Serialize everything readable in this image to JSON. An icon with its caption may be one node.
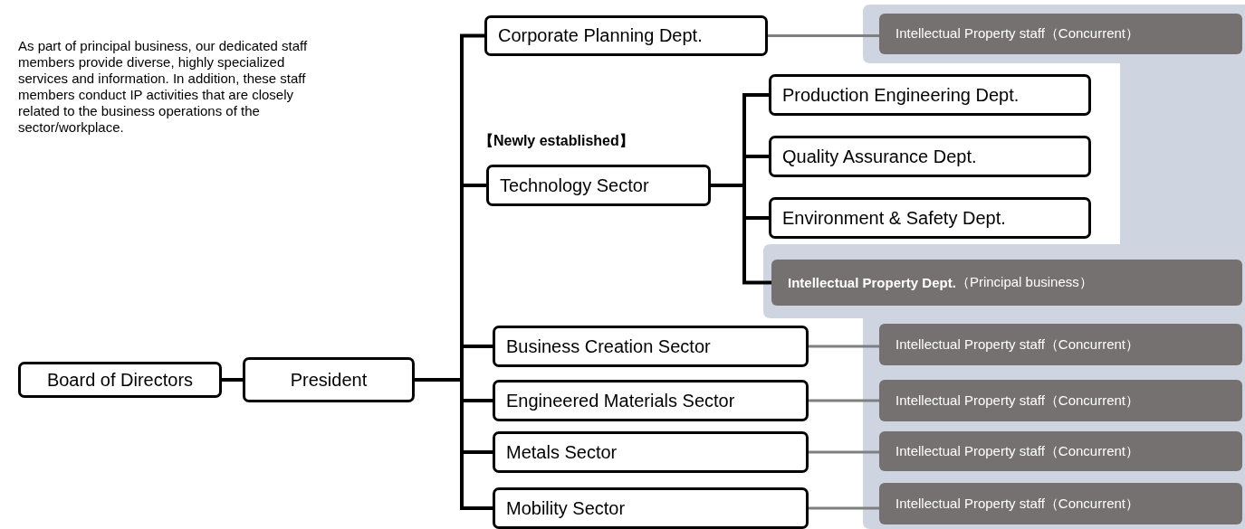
{
  "diagram": {
    "nodes": [
      {
        "text": [
          "Board of Directors"
        ]
      },
      {
        "text": [
          "President"
        ]
      },
      {
        "text": [
          "Corporate Planning Dept."
        ]
      },
      {
        "text": [
          "Intellectual Property staff（Concurrent）"
        ]
      },
      {
        "text": [
          "Technology Sector"
        ],
        "beside": [
          "【Newly established】"
        ]
      },
      {
        "text": [
          "Production Engineering Dept."
        ]
      },
      {
        "text": [
          "Quality Assurance Dept."
        ]
      },
      {
        "text": [
          "Environment & Safety Dept."
        ]
      },
      {
        "text": [
          "**Intellectual Property Dept.**（Principal business）"
        ]
      },
      {
        "text": [
          "Business Creation Sector"
        ]
      },
      {
        "text": [
          "Intellectual Property staff（Concurrent）"
        ]
      },
      {
        "text": [
          "Engineered Materials Sector"
        ]
      },
      {
        "text": [
          "Intellectual Property staff（Concurrent）"
        ]
      },
      {
        "text": [
          "Metals Sector"
        ]
      },
      {
        "text": [
          "Intellectual Property staff（Concurrent）"
        ]
      },
      {
        "text": [
          "Mobility Sector"
        ]
      },
      {
        "text": [
          "Intellectual Property staff（Concurrent）"
        ]
      }
    ],
    "edges": [
      {
        "from": 0,
        "to": 1,
        "arrow": "none"
      },
      {
        "from": 1,
        "to": 2,
        "arrow": "none"
      },
      {
        "from": 1,
        "to": 4,
        "arrow": "none"
      },
      {
        "from": 1,
        "to": 9,
        "arrow": "none"
      },
      {
        "from": 1,
        "to": 11,
        "arrow": "none"
      },
      {
        "from": 1,
        "to": 13,
        "arrow": "none"
      },
      {
        "from": 1,
        "to": 15,
        "arrow": "none"
      },
      {
        "from": 4,
        "to": 5,
        "arrow": "none"
      },
      {
        "from": 4,
        "to": 6,
        "arrow": "none"
      },
      {
        "from": 4,
        "to": 7,
        "arrow": "none"
      },
      {
        "from": 4,
        "to": 8,
        "arrow": "none"
      },
      {
        "from": 2,
        "to": 3,
        "arrow": "none",
        "color": "#7f7f7f"
      },
      {
        "from": 9,
        "to": 10,
        "arrow": "none",
        "color": "#7f7f7f"
      },
      {
        "from": 11,
        "to": 12,
        "arrow": "none",
        "color": "#7f7f7f"
      },
      {
        "from": 13,
        "to": 14,
        "arrow": "none",
        "color": "#7f7f7f"
      },
      {
        "from": 15,
        "to": 16,
        "arrow": "none",
        "color": "#7f7f7f"
      }
    ],
    "labels": [
      "As part of principal business, our dedicated staff members provide diverse, highly specialized services and information. In addition, these staff members conduct IP activities that are closely related to the business operations of the sector/workplace."
    ]
  }
}
